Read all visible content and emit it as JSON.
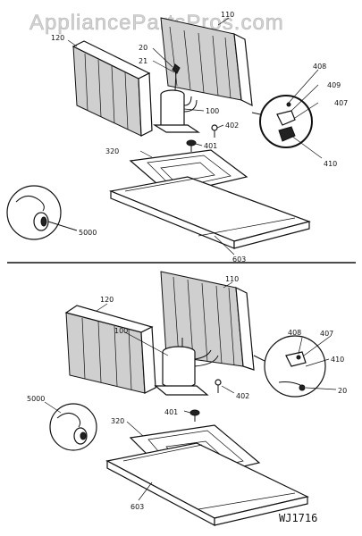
{
  "watermark": "AppliancePartsPros.com",
  "drawing_code": "WJ1716",
  "top_assembly": {
    "labels": {
      "p110": "110",
      "p120": "120",
      "p20": "20",
      "p21": "21",
      "p100": "100",
      "p402": "402",
      "p401": "401",
      "p320": "320",
      "p603": "603",
      "p5000": "5000",
      "p408": "408",
      "p409": "409",
      "p407": "407",
      "p410": "410"
    }
  },
  "bottom_assembly": {
    "labels": {
      "p110": "110",
      "p120": "120",
      "p100": "100",
      "p408": "408",
      "p407": "407",
      "p410": "410",
      "p20": "20",
      "p402": "402",
      "p401": "401",
      "p5000": "5000",
      "p320": "320",
      "p603": "603"
    }
  }
}
